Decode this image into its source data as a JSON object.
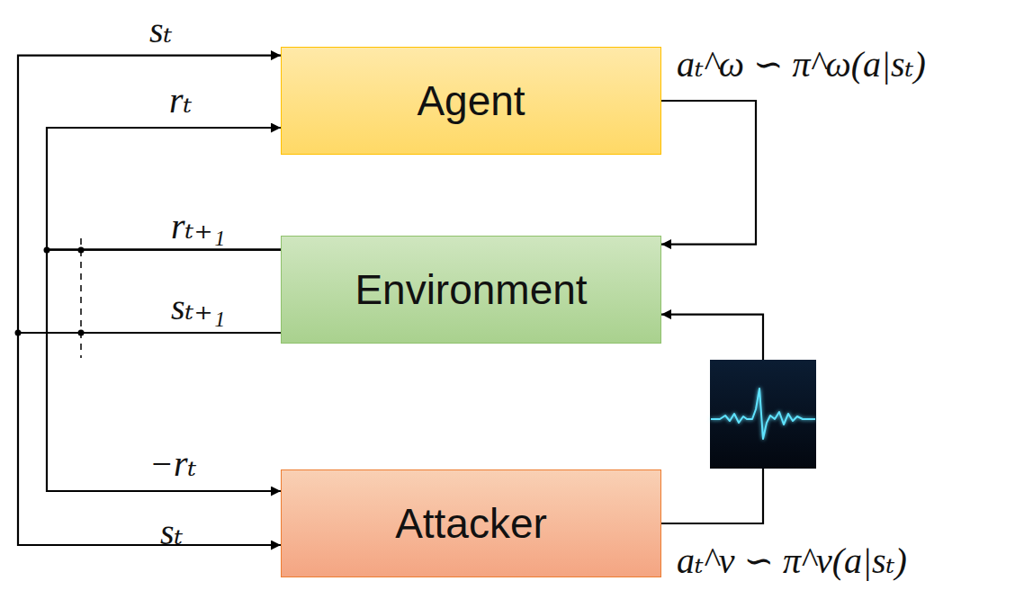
{
  "diagram": {
    "nodes": [
      {
        "text": [
          "Agent"
        ]
      },
      {
        "text": [
          "Environment"
        ]
      },
      {
        "text": [
          "Attacker"
        ]
      }
    ],
    "edges": [
      {
        "from": 0,
        "to": 1,
        "arrow": "to",
        "label": "aₜ^ω ∽ π^ω(a|sₜ)"
      },
      {
        "from": 2,
        "to": 1,
        "arrow": "to",
        "label": "aₜ^ν ∽ π^ν(a|sₜ)"
      },
      {
        "from": 1,
        "to": 0,
        "arrow": "to",
        "label": "sₜ"
      },
      {
        "from": 1,
        "to": 0,
        "arrow": "to",
        "label": "rₜ"
      },
      {
        "from": 1,
        "to": 2,
        "arrow": "to",
        "label": "−rₜ"
      },
      {
        "from": 1,
        "to": 2,
        "arrow": "to",
        "label": "sₜ"
      }
    ],
    "labels": [
      "rₜ₊₁",
      "sₜ₊₁"
    ]
  }
}
